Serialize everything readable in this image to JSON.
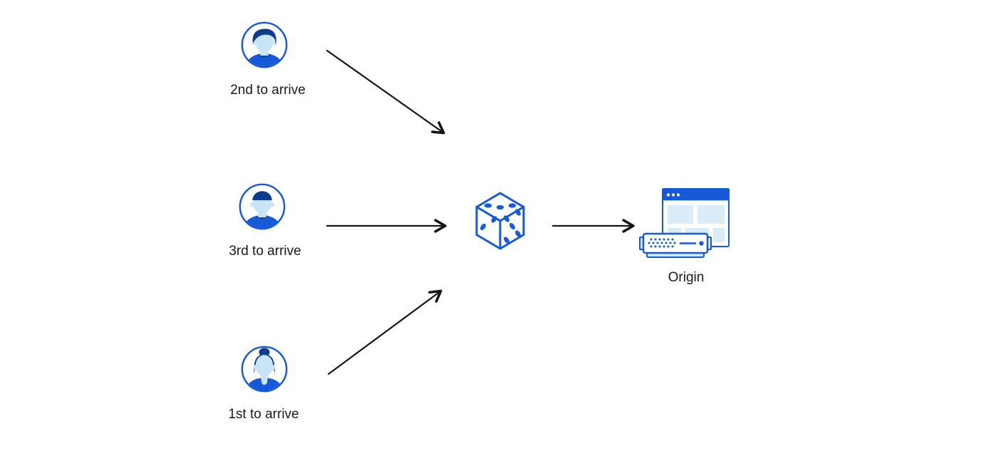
{
  "diagram": {
    "type": "flow-diagram",
    "background": "#ffffff",
    "colors": {
      "accent": "#1659d9",
      "hair": "#0e3d8f",
      "skin": "#c9e5f5",
      "panel": "#d9ecf8",
      "tray": "#d3eaf9",
      "arrow": "#151515",
      "text": "#1a1a1a"
    },
    "nodes": {
      "visitor_second": {
        "label": "2nd to arrive",
        "icon": "male-avatar-icon"
      },
      "visitor_third": {
        "label": "3rd to arrive",
        "icon": "male-avatar-icon"
      },
      "visitor_first": {
        "label": "1st to arrive",
        "icon": "female-avatar-icon"
      },
      "randomizer": {
        "icon": "dice-icon"
      },
      "origin": {
        "label": "Origin",
        "icon": "origin-server-icon"
      }
    },
    "edges": [
      {
        "from": "visitor_second",
        "to": "randomizer"
      },
      {
        "from": "visitor_third",
        "to": "randomizer"
      },
      {
        "from": "visitor_first",
        "to": "randomizer"
      },
      {
        "from": "randomizer",
        "to": "origin"
      }
    ]
  }
}
